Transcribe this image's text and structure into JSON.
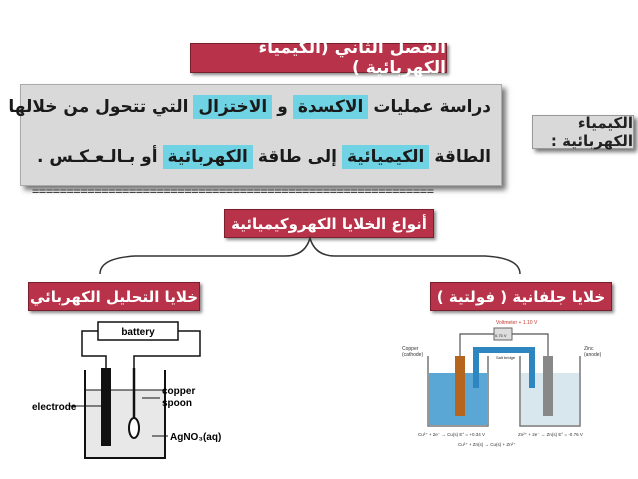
{
  "header": {
    "title": "الفصل الثاني (الكيمياء الكهربائية )"
  },
  "definition": {
    "term": "الكيمياء الكهربائية :",
    "line1": {
      "t1": "دراسة عمليات",
      "h1": "الاكسدة",
      "t2": "و",
      "h2": "الاختزال",
      "t3": "التي تتحول من خلالها"
    },
    "line2": {
      "t1": "الطاقة",
      "h1": "الكيميائية",
      "t2": "إلى طاقة",
      "h2": "الكهربائية",
      "t3": "أو بـالـعـكـس ."
    }
  },
  "separator": "==========================================================",
  "types": {
    "title": "أنواع الخلايا الكهروكيميائية",
    "left": "خلايا التحليل الكهربائي",
    "right": "خلايا جلفانية ( فولتية )"
  },
  "electrolysis_diagram": {
    "battery": "battery",
    "electrode": "electrode",
    "copper": "copper",
    "spoon": "spoon",
    "solution": "AgNO₃(aq)"
  },
  "galvanic_diagram": {
    "voltmeter": "Voltmeter + 1.10 V",
    "reading": "0.75 V",
    "salt_bridge": "Salt bridge",
    "copper_label": "Copper",
    "cathode": "(cathode)",
    "zinc_label": "Zinc",
    "anode": "(anode)",
    "left_eq": "Cu²⁺ + 2e⁻ → Cu(s)  E° = +0.34 V",
    "right_eq": "Zn²⁺ + 2e⁻ → Zn(s)  E° = -0.76 V",
    "overall": "Cu²⁺ + Zn(s) → Cu(s) + Zn²⁺"
  }
}
